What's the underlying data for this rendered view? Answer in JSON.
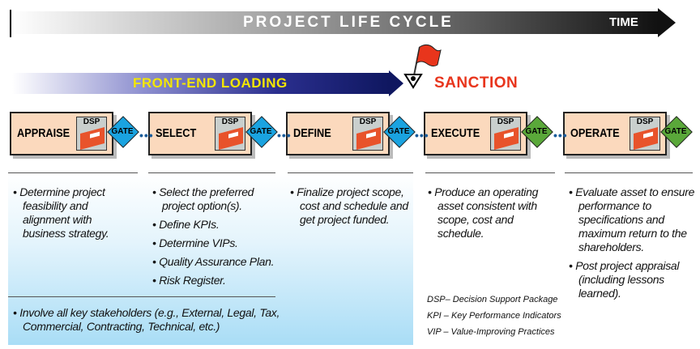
{
  "header": {
    "title": "PROJECT LIFE CYCLE",
    "time": "TIME",
    "front_end": "FRONT-END LOADING",
    "sanction": "SANCTION"
  },
  "colors": {
    "gate_blue": "#1aa3e0",
    "gate_green": "#5aa83a",
    "phase_fill": "#fbd9bd",
    "sanction": "#e8351c"
  },
  "phases": [
    {
      "name": "APPRAISE",
      "dsp": "DSP",
      "gate": "GATE"
    },
    {
      "name": "SELECT",
      "dsp": "DSP",
      "gate": "GATE"
    },
    {
      "name": "DEFINE",
      "dsp": "DSP",
      "gate": "GATE"
    },
    {
      "name": "EXECUTE",
      "dsp": "DSP",
      "gate": "GATE"
    },
    {
      "name": "OPERATE",
      "dsp": "DSP",
      "gate": "GATE"
    }
  ],
  "bullets": {
    "appraise": [
      "Determine project feasibility and alignment with business strategy."
    ],
    "select": [
      "Select the preferred project option(s).",
      "Define KPIs.",
      "Determine VIPs.",
      "Quality Assurance Plan.",
      "Risk Register."
    ],
    "shared": [
      "Involve all key stakeholders (e.g., External, Legal, Tax, Commercial, Contracting, Technical, etc.)"
    ],
    "define": [
      "Finalize project scope, cost and schedule and get project funded."
    ],
    "execute": [
      "Produce an operating asset consistent with scope, cost and schedule."
    ],
    "operate": [
      "Evaluate asset to ensure performance to specifications and maximum return to the shareholders.",
      "Post project appraisal (including lessons learned)."
    ]
  },
  "legend": [
    "DSP– Decision Support Package",
    "KPI – Key Performance Indicators",
    "VIP – Value-Improving Practices"
  ]
}
